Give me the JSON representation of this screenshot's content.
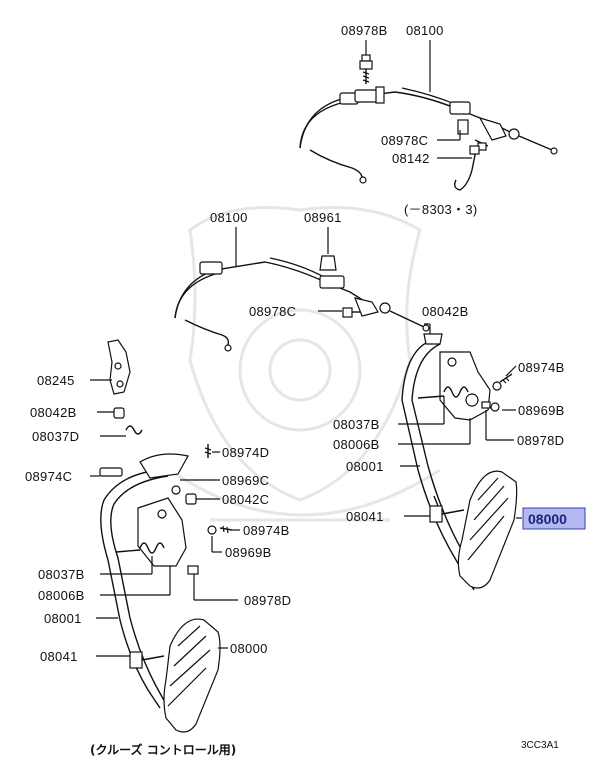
{
  "labels": {
    "l_08978B_top": "08978B",
    "l_08100_top": "08100",
    "l_08978C_top": "08978C",
    "l_08142": "08142",
    "l_note_top": "(－8303・3)",
    "l_08100_mid": "08100",
    "l_08961": "08961",
    "l_08978C_mid": "08978C",
    "l_08042B_r": "08042B",
    "l_08974B_r": "08974B",
    "l_08969B_r": "08969B",
    "l_08978D_r": "08978D",
    "l_08037B_r": "08037B",
    "l_08006B_r": "08006B",
    "l_08001_r": "08001",
    "l_08041_r": "08041",
    "l_08000_r": "08000",
    "l_08245": "08245",
    "l_08042B_l": "08042B",
    "l_08037D": "08037D",
    "l_08974D": "08974D",
    "l_08974C": "08974C",
    "l_08969C": "08969C",
    "l_08042C": "08042C",
    "l_08974B_l": "08974B",
    "l_08969B_l": "08969B",
    "l_08037B_l": "08037B",
    "l_08006B_l": "08006B",
    "l_08978D_l": "08978D",
    "l_08001_l": "08001",
    "l_08041_l": "08041",
    "l_08000_l": "08000",
    "caption_bottom": "(クルーズ コントロール用)",
    "drawing_code": "3CC3A1"
  },
  "highlight": {
    "part_number": "08000",
    "fill_color": "#b3b8ee",
    "border_color": "#3a3fb0"
  }
}
